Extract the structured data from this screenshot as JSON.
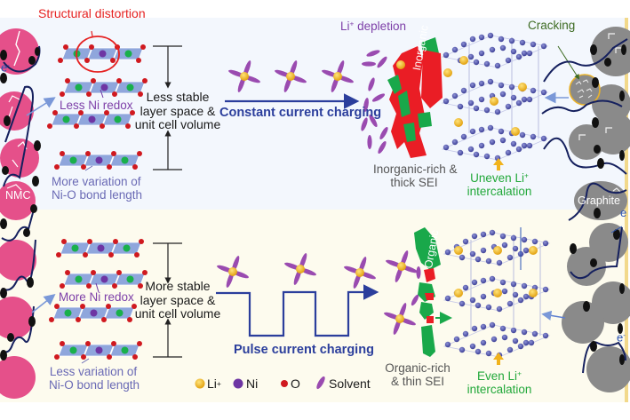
{
  "figure": {
    "colors": {
      "top_panel_bg": "#f3f7fd",
      "bottom_panel_bg": "#fdfbee",
      "nmc_particle": "#e5508a",
      "graphite_particle": "#8a8a8a",
      "carbon_black": "#111111",
      "binder_line": "#15205e",
      "layer_slab": "#8fa6dc",
      "li_ion": "#f1b31c",
      "ni_atom": "#6e35a3",
      "o_atom": "#d0191f",
      "tm_atom": "#19b04b",
      "solvent": "#9a4bb0",
      "sei_inorganic": "#ea1d25",
      "sei_organic": "#19a84a",
      "graphite_atom": "#4b4fa6",
      "charging_arrow": "#2b3e9c",
      "crack_highlight": "#e9b22b",
      "right_edge_band": "#f2d98b"
    },
    "top_panel": {
      "cathode_label": "NMC",
      "electron_label": "e",
      "electron_sup": "-",
      "structural_distortion": "Structural distortion",
      "ni_redox": "Less Ni redox",
      "bond_length": [
        "More variation of",
        "Ni-O bond length"
      ],
      "stability": [
        "Less stable",
        "layer space &",
        "unit cell volume"
      ],
      "charging_mode": "Constant current charging",
      "li_depletion": "Li",
      "li_depletion_sup": "+",
      "li_depletion_suffix": " depletion",
      "sei_tag": "Inorganic",
      "sei_desc": [
        "Inorganic-rich &",
        "thick SEI"
      ],
      "intercalation_line1": "Uneven Li",
      "intercalation_sup": "+",
      "intercalation_line2": "intercalation",
      "cracking": "Cracking",
      "anode_label": "Graphite"
    },
    "bottom_panel": {
      "ni_redox": "More Ni redox",
      "bond_length": [
        "Less variation of",
        "Ni-O bond length"
      ],
      "stability": [
        "More stable",
        "layer space &",
        "unit cell volume"
      ],
      "charging_mode": "Pulse current charging",
      "sei_tag": "Organic",
      "sei_desc": [
        "Organic-rich",
        "& thin SEI"
      ],
      "intercalation_line1": "Even Li",
      "intercalation_sup": "+",
      "intercalation_line2": "intercalation",
      "electron_label": "e",
      "electron_sup": "-"
    },
    "legend": [
      {
        "symbol": "li-ion",
        "label": "Li",
        "sup": "+"
      },
      {
        "symbol": "ni-atom",
        "label": "Ni",
        "sup": ""
      },
      {
        "symbol": "o-atom",
        "label": "O",
        "sup": ""
      },
      {
        "symbol": "solvent",
        "label": "Solvent",
        "sup": ""
      }
    ]
  }
}
